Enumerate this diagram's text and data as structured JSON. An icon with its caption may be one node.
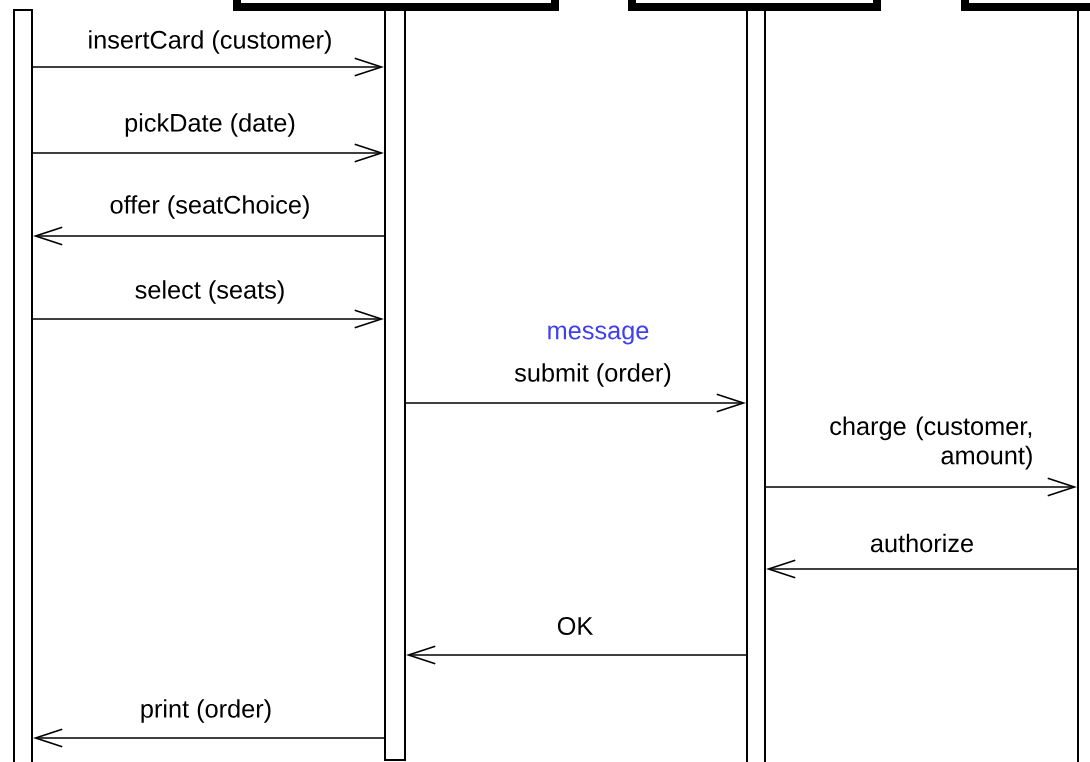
{
  "diagram": {
    "nodes": [
      {
        "text": [],
        "shape": "box"
      },
      {
        "text": [],
        "shape": "box"
      },
      {
        "text": [],
        "shape": "box"
      },
      {
        "text": [],
        "shape": "bar"
      },
      {
        "text": [],
        "shape": "bar"
      },
      {
        "text": [],
        "shape": "bar"
      },
      {
        "text": [],
        "shape": "bar"
      }
    ],
    "edges": [
      {
        "from": 3,
        "to": 4,
        "arrow": "to",
        "label": "insertCard (customer)"
      },
      {
        "from": 3,
        "to": 4,
        "arrow": "to",
        "label": "pickDate (date)"
      },
      {
        "from": 4,
        "to": 3,
        "arrow": "to",
        "label": "offer (seatChoice)"
      },
      {
        "from": 3,
        "to": 4,
        "arrow": "to",
        "label": "select (seats)"
      },
      {
        "from": 4,
        "to": 5,
        "arrow": "to",
        "label": "submit (order)"
      },
      {
        "from": 5,
        "to": 6,
        "arrow": "to",
        "label": "charge (customer, amount)"
      },
      {
        "from": 6,
        "to": 5,
        "arrow": "to",
        "label": "authorize"
      },
      {
        "from": 5,
        "to": 4,
        "arrow": "to",
        "label": "OK"
      },
      {
        "from": 4,
        "to": 3,
        "arrow": "to",
        "label": "print (order)"
      }
    ],
    "labels": [
      "message"
    ]
  }
}
